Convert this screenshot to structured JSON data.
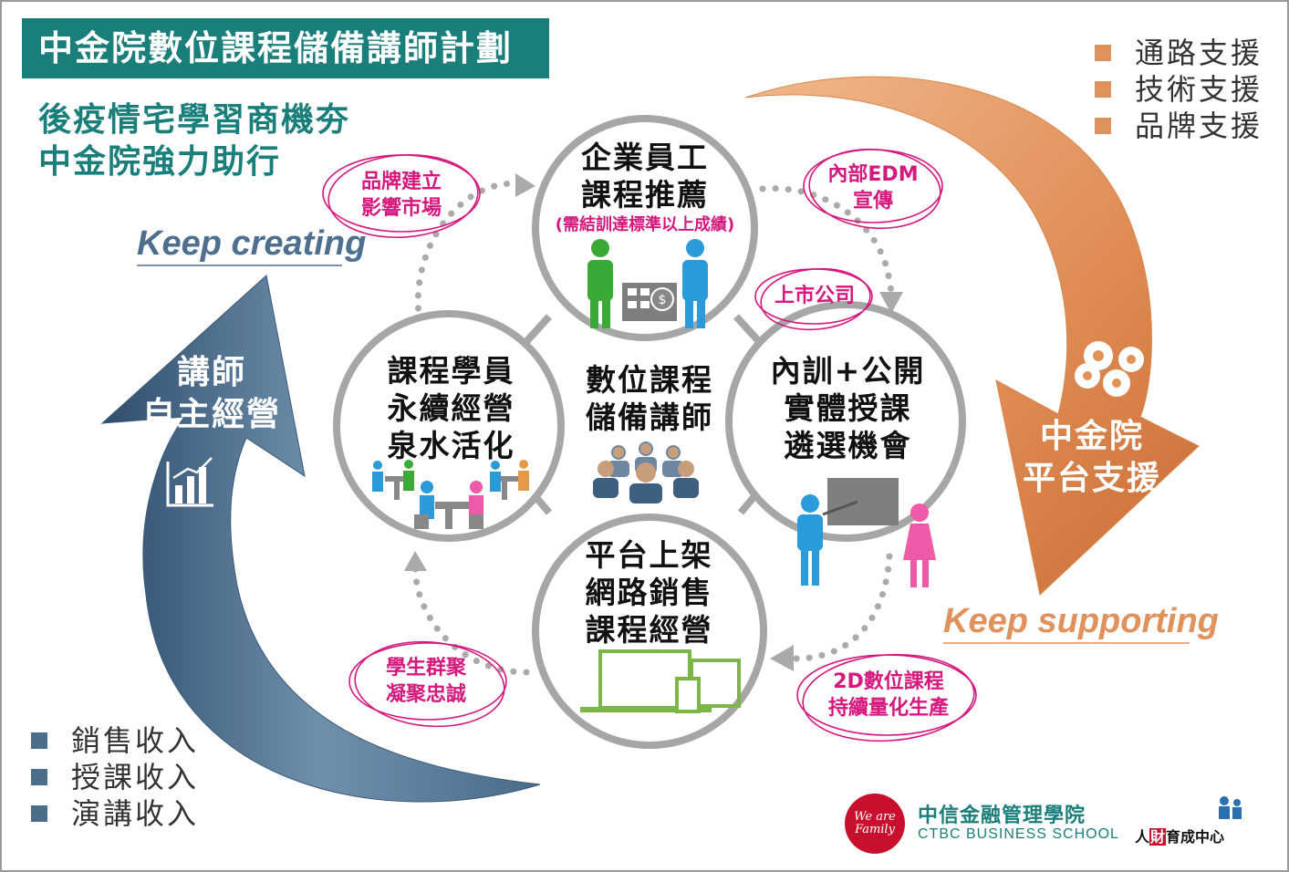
{
  "header": {
    "title": "中金院數位課程儲備講師計劃",
    "subtitle_lines": [
      "後疫情宅學習商機夯",
      "中金院強力助行"
    ]
  },
  "support_list": {
    "items": [
      "通路支援",
      "技術支援",
      "品牌支援"
    ],
    "bullet_color": "#e0925c"
  },
  "income_list": {
    "items": [
      "銷售收入",
      "授課收入",
      "演講收入"
    ],
    "bullet_color": "#4d6e88"
  },
  "center": {
    "lines": [
      "數位課程",
      "儲備講師"
    ]
  },
  "circles": {
    "top": {
      "lines": [
        "企業員工",
        "課程推薦"
      ],
      "note": "(需結訓達標準以上成績)"
    },
    "left": {
      "lines": [
        "課程學員",
        "永續經營",
        "泉水活化"
      ]
    },
    "right": {
      "lines": [
        "內訓+公開",
        "實體授課",
        "遴選機會"
      ]
    },
    "bottom": {
      "lines": [
        "平台上架",
        "網路銷售",
        "課程經營"
      ]
    }
  },
  "ovals": {
    "brand": [
      "品牌建立",
      "影響市場"
    ],
    "edm": [
      "內部EDM",
      "宣傳"
    ],
    "listed": [
      "上市公司"
    ],
    "students": [
      "學生群聚",
      "凝聚忠誠"
    ],
    "digital": [
      "2D數位課程",
      "持續量化生產"
    ]
  },
  "left_arrow": {
    "lines": [
      "講師",
      "自主經營"
    ],
    "tagline": "Keep creating",
    "icon": "bar-chart-icon",
    "color": "#4f6f8f"
  },
  "right_arrow": {
    "lines": [
      "中金院",
      "平台支援"
    ],
    "tagline": "Keep supporting",
    "icon": "gears-icon",
    "color": "#e0925c"
  },
  "footer": {
    "logo_badge": "We are Family",
    "school_name": "中信金融管理學院",
    "school_name_en": "CTBC BUSINESS SCHOOL",
    "hr_center_pre": "人",
    "hr_center_mark": "財",
    "hr_center_post": "育成中心"
  },
  "colors": {
    "teal": "#1a7f7a",
    "pink": "#d4187d",
    "green": "#3aa935",
    "blue": "#2a9bd8",
    "ring": "#a6a6a6"
  }
}
